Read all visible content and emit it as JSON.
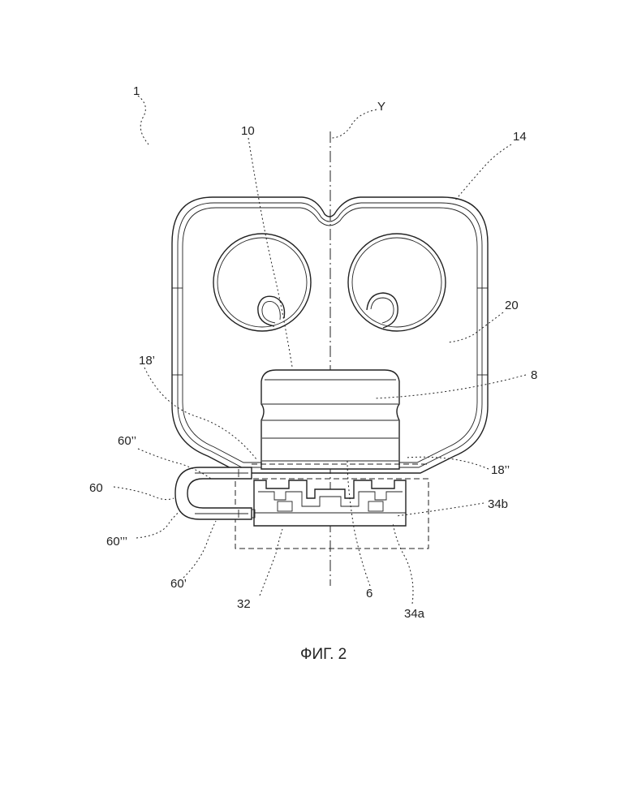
{
  "figure": {
    "caption": "ФИГ. 2",
    "labels": {
      "l1": "1",
      "lY": "Y",
      "l10": "10",
      "l14": "14",
      "l20": "20",
      "l18a": "18’",
      "l8": "8",
      "l60b": "60’’",
      "l18b": "18’’",
      "l60": "60",
      "l34b": "34b",
      "l60c": "60’’’",
      "l60a": "60’",
      "l32": "32",
      "l6": "6",
      "l34a": "34a"
    }
  }
}
